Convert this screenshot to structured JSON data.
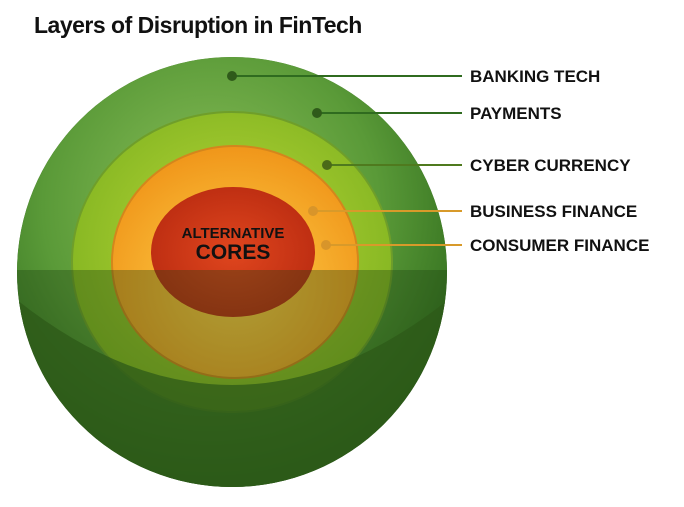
{
  "title": "Layers of Disruption in FinTech",
  "core": {
    "line1": "ALTERNATIVE",
    "line2": "CORES"
  },
  "layers": [
    {
      "label": "BANKING TECH",
      "color": "#2f6b1f"
    },
    {
      "label": "PAYMENTS",
      "color": "#2f6b1f"
    },
    {
      "label": "CYBER CURRENCY",
      "color": "#4f7a1e"
    },
    {
      "label": "BUSINESS FINANCE",
      "color": "#d89a2a"
    },
    {
      "label": "CONSUMER FINANCE",
      "color": "#d89a2a"
    }
  ]
}
